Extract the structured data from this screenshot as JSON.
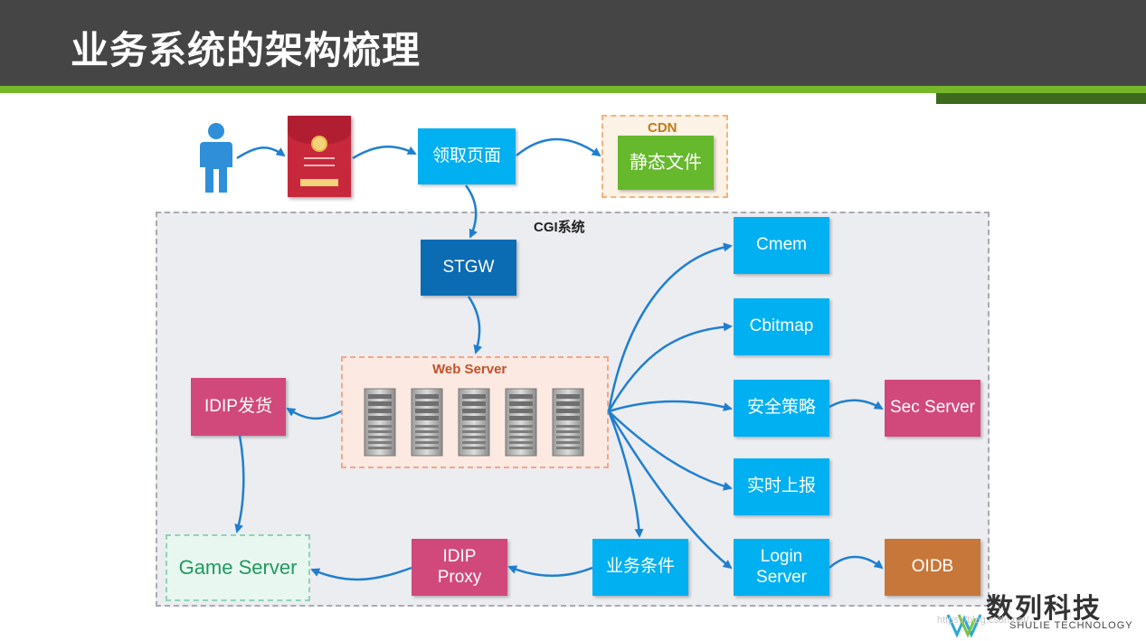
{
  "slide": {
    "title": "业务系统的架构梳理"
  },
  "groups": {
    "cgi": "CGI系统",
    "cdn": "CDN",
    "web_server": "Web Server"
  },
  "nodes": {
    "claim_page": "领取页面",
    "static_files": "静态文件",
    "stgw": "STGW",
    "idip_ship": "IDIP发货",
    "game_server": "Game Server",
    "idip_proxy_line1": "IDIP",
    "idip_proxy_line2": "Proxy",
    "business_condition": "业务条件",
    "cmem": "Cmem",
    "cbitmap": "Cbitmap",
    "security_policy": "安全策略",
    "sec_server": "Sec Server",
    "realtime_report": "实时上报",
    "login_server_line1": "Login",
    "login_server_line2": "Server",
    "oidb": "OIDB"
  },
  "watermark": {
    "brand_cn": "数列科技",
    "brand_en": "SHULIE TECHNOLOGY",
    "url": "https://blog.csdn.net/..."
  },
  "colors": {
    "header_bg": "#454545",
    "accent_green": "#76b72a",
    "node_blue": "#00b0f0",
    "node_dark_blue": "#0b6bb3",
    "node_pink": "#d1497a",
    "node_green": "#66b82c",
    "node_orange": "#c7773a",
    "arrow": "#1f7fcf"
  },
  "icons": {
    "user": "person-icon",
    "red_packet": "red-envelope-icon",
    "servers": "server-rack-icon"
  }
}
